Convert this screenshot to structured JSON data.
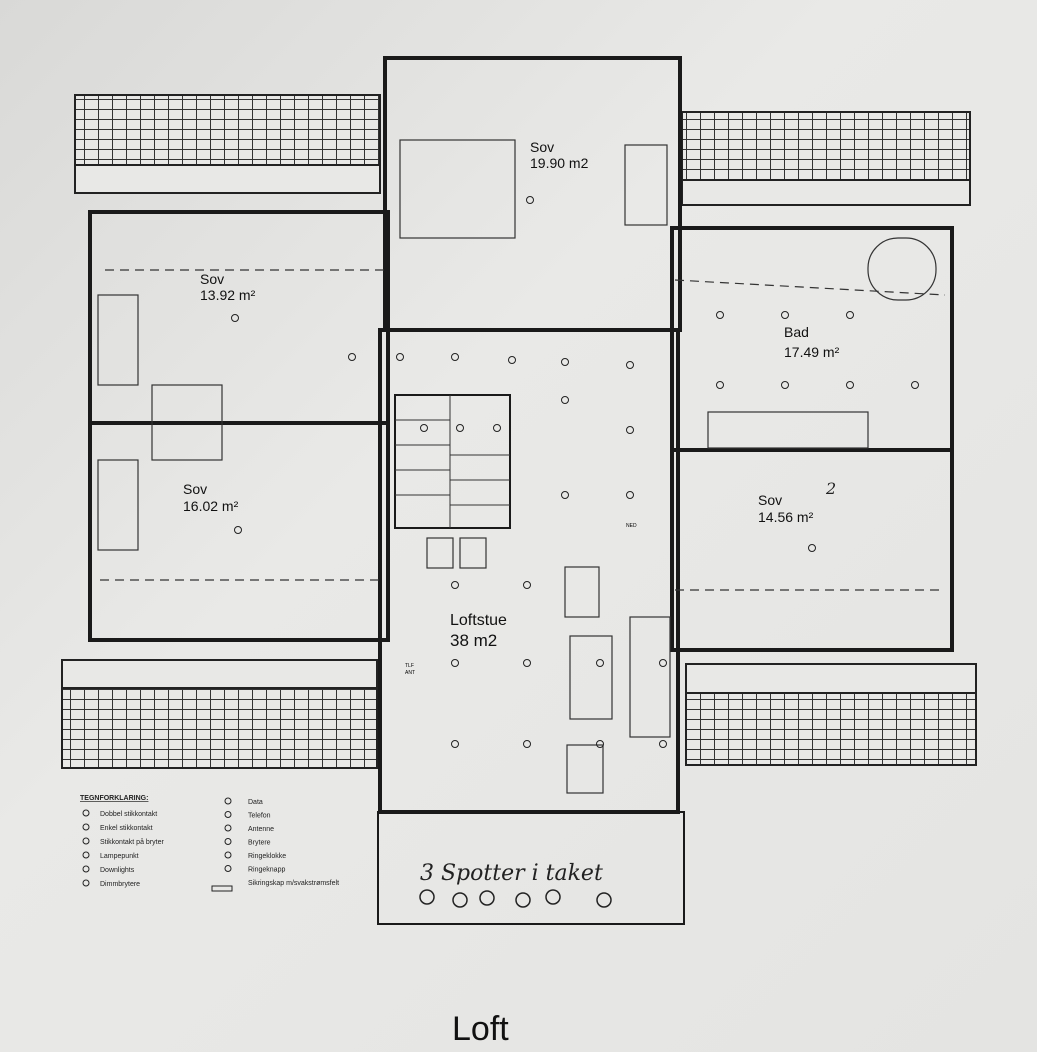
{
  "title": "Loft",
  "rooms": [
    {
      "name": "Sov",
      "area": "19.90 m2"
    },
    {
      "name": "Sov",
      "area": "13.92 m²"
    },
    {
      "name": "Sov",
      "area": "16.02 m²"
    },
    {
      "name": "Bad",
      "area": "17.49 m²"
    },
    {
      "name": "Sov",
      "area": "14.56 m²"
    },
    {
      "name": "Loftstue",
      "area": "38 m2"
    }
  ],
  "small_labels": {
    "tlf": "TLF",
    "ant": "ANT",
    "ned": "NED"
  },
  "handwritten": {
    "note": "3 Spotter i taket",
    "mark": "2"
  },
  "legend": {
    "heading": "TEGNFORKLARING:",
    "left": [
      {
        "icon": "double-socket-icon",
        "label": "Dobbel stikkontakt"
      },
      {
        "icon": "single-socket-icon",
        "label": "Enkel stikkontakt"
      },
      {
        "icon": "socket-switch-icon",
        "label": "Stikkontakt på bryter"
      },
      {
        "icon": "lamp-point-icon",
        "label": "Lampepunkt"
      },
      {
        "icon": "downlight-icon",
        "label": "Downlights"
      },
      {
        "icon": "dimmer-icon",
        "label": "Dimmbrytere"
      }
    ],
    "right": [
      {
        "icon": "data-icon",
        "label": "Data"
      },
      {
        "icon": "phone-icon",
        "label": "Telefon"
      },
      {
        "icon": "antenna-icon",
        "label": "Antenne"
      },
      {
        "icon": "switch-icon",
        "label": "Brytere"
      },
      {
        "icon": "doorbell-icon",
        "label": "Ringeklokke"
      },
      {
        "icon": "bell-button-icon",
        "label": "Ringeknapp"
      },
      {
        "icon": "fuse-box-icon",
        "label": "Sikringskap m/svakstrømsfelt"
      }
    ]
  }
}
